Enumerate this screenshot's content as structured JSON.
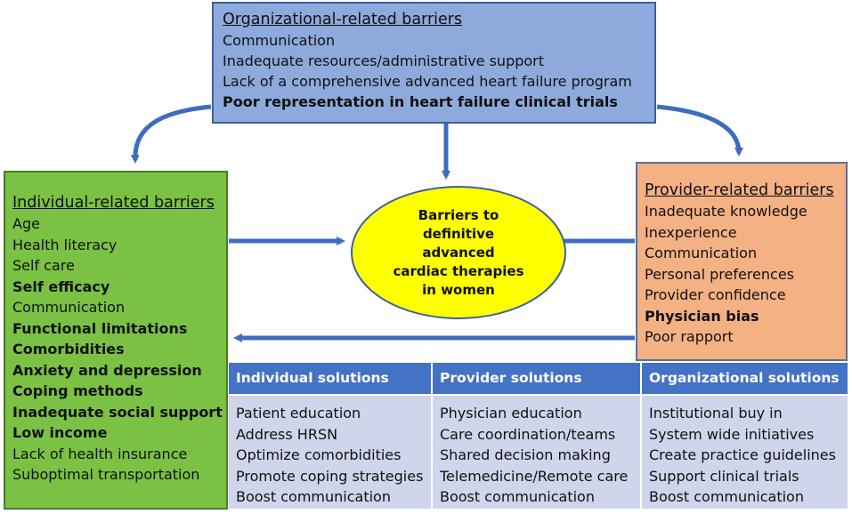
{
  "center": {
    "lines": [
      "Barriers to",
      "definitive",
      "advanced",
      "cardiac therapies",
      "in women"
    ]
  },
  "organizational": {
    "title": "Organizational-related barriers",
    "items": [
      {
        "text": "Communication",
        "bold": false
      },
      {
        "text": "Inadequate resources/administrative support",
        "bold": false
      },
      {
        "text": "Lack of a comprehensive advanced heart failure program",
        "bold": false
      },
      {
        "text": "Poor representation in heart failure clinical trials",
        "bold": true
      }
    ]
  },
  "individual": {
    "title": "Individual-related barriers",
    "items": [
      {
        "text": "Age",
        "bold": false
      },
      {
        "text": "Health literacy",
        "bold": false
      },
      {
        "text": "Self care",
        "bold": false
      },
      {
        "text": "Self efficacy",
        "bold": true
      },
      {
        "text": "Communication",
        "bold": false
      },
      {
        "text": "Functional limitations",
        "bold": true
      },
      {
        "text": "Comorbidities",
        "bold": true
      },
      {
        "text": "Anxiety and depression",
        "bold": true
      },
      {
        "text": "Coping methods",
        "bold": true
      },
      {
        "text": "Inadequate social support",
        "bold": true
      },
      {
        "text": "Low income",
        "bold": true
      },
      {
        "text": "Lack of health insurance",
        "bold": false
      },
      {
        "text": "Suboptimal transportation",
        "bold": false
      }
    ]
  },
  "provider": {
    "title": "Provider-related barriers",
    "items": [
      {
        "text": "Inadequate knowledge",
        "bold": false
      },
      {
        "text": "Inexperience",
        "bold": false
      },
      {
        "text": "Communication",
        "bold": false
      },
      {
        "text": "Personal preferences",
        "bold": false
      },
      {
        "text": "Provider confidence",
        "bold": false
      },
      {
        "text": "Physician bias",
        "bold": true
      },
      {
        "text": "Poor rapport",
        "bold": false
      }
    ]
  },
  "solutions": [
    {
      "header": "Individual solutions",
      "items": [
        "Patient education",
        "Address HRSN",
        "Optimize comorbidities",
        "Promote coping strategies",
        "Boost communication"
      ]
    },
    {
      "header": "Provider solutions",
      "items": [
        "Physician education",
        "Care coordination/teams",
        "Shared decision making",
        "Telemedicine/Remote care",
        "Boost communication"
      ]
    },
    {
      "header": "Organizational solutions",
      "items": [
        "Institutional buy in",
        "System wide initiatives",
        "Create practice guidelines",
        "Support clinical trials",
        "Boost communication"
      ]
    }
  ],
  "colors": {
    "organizational_fill": "#8eaadc",
    "individual_fill": "#7bc143",
    "provider_fill": "#f4b183",
    "center_fill": "#ffff00",
    "arrow": "#3d6cc0",
    "solution_header": "#4472c4",
    "solution_body": "#cfd5ea"
  }
}
